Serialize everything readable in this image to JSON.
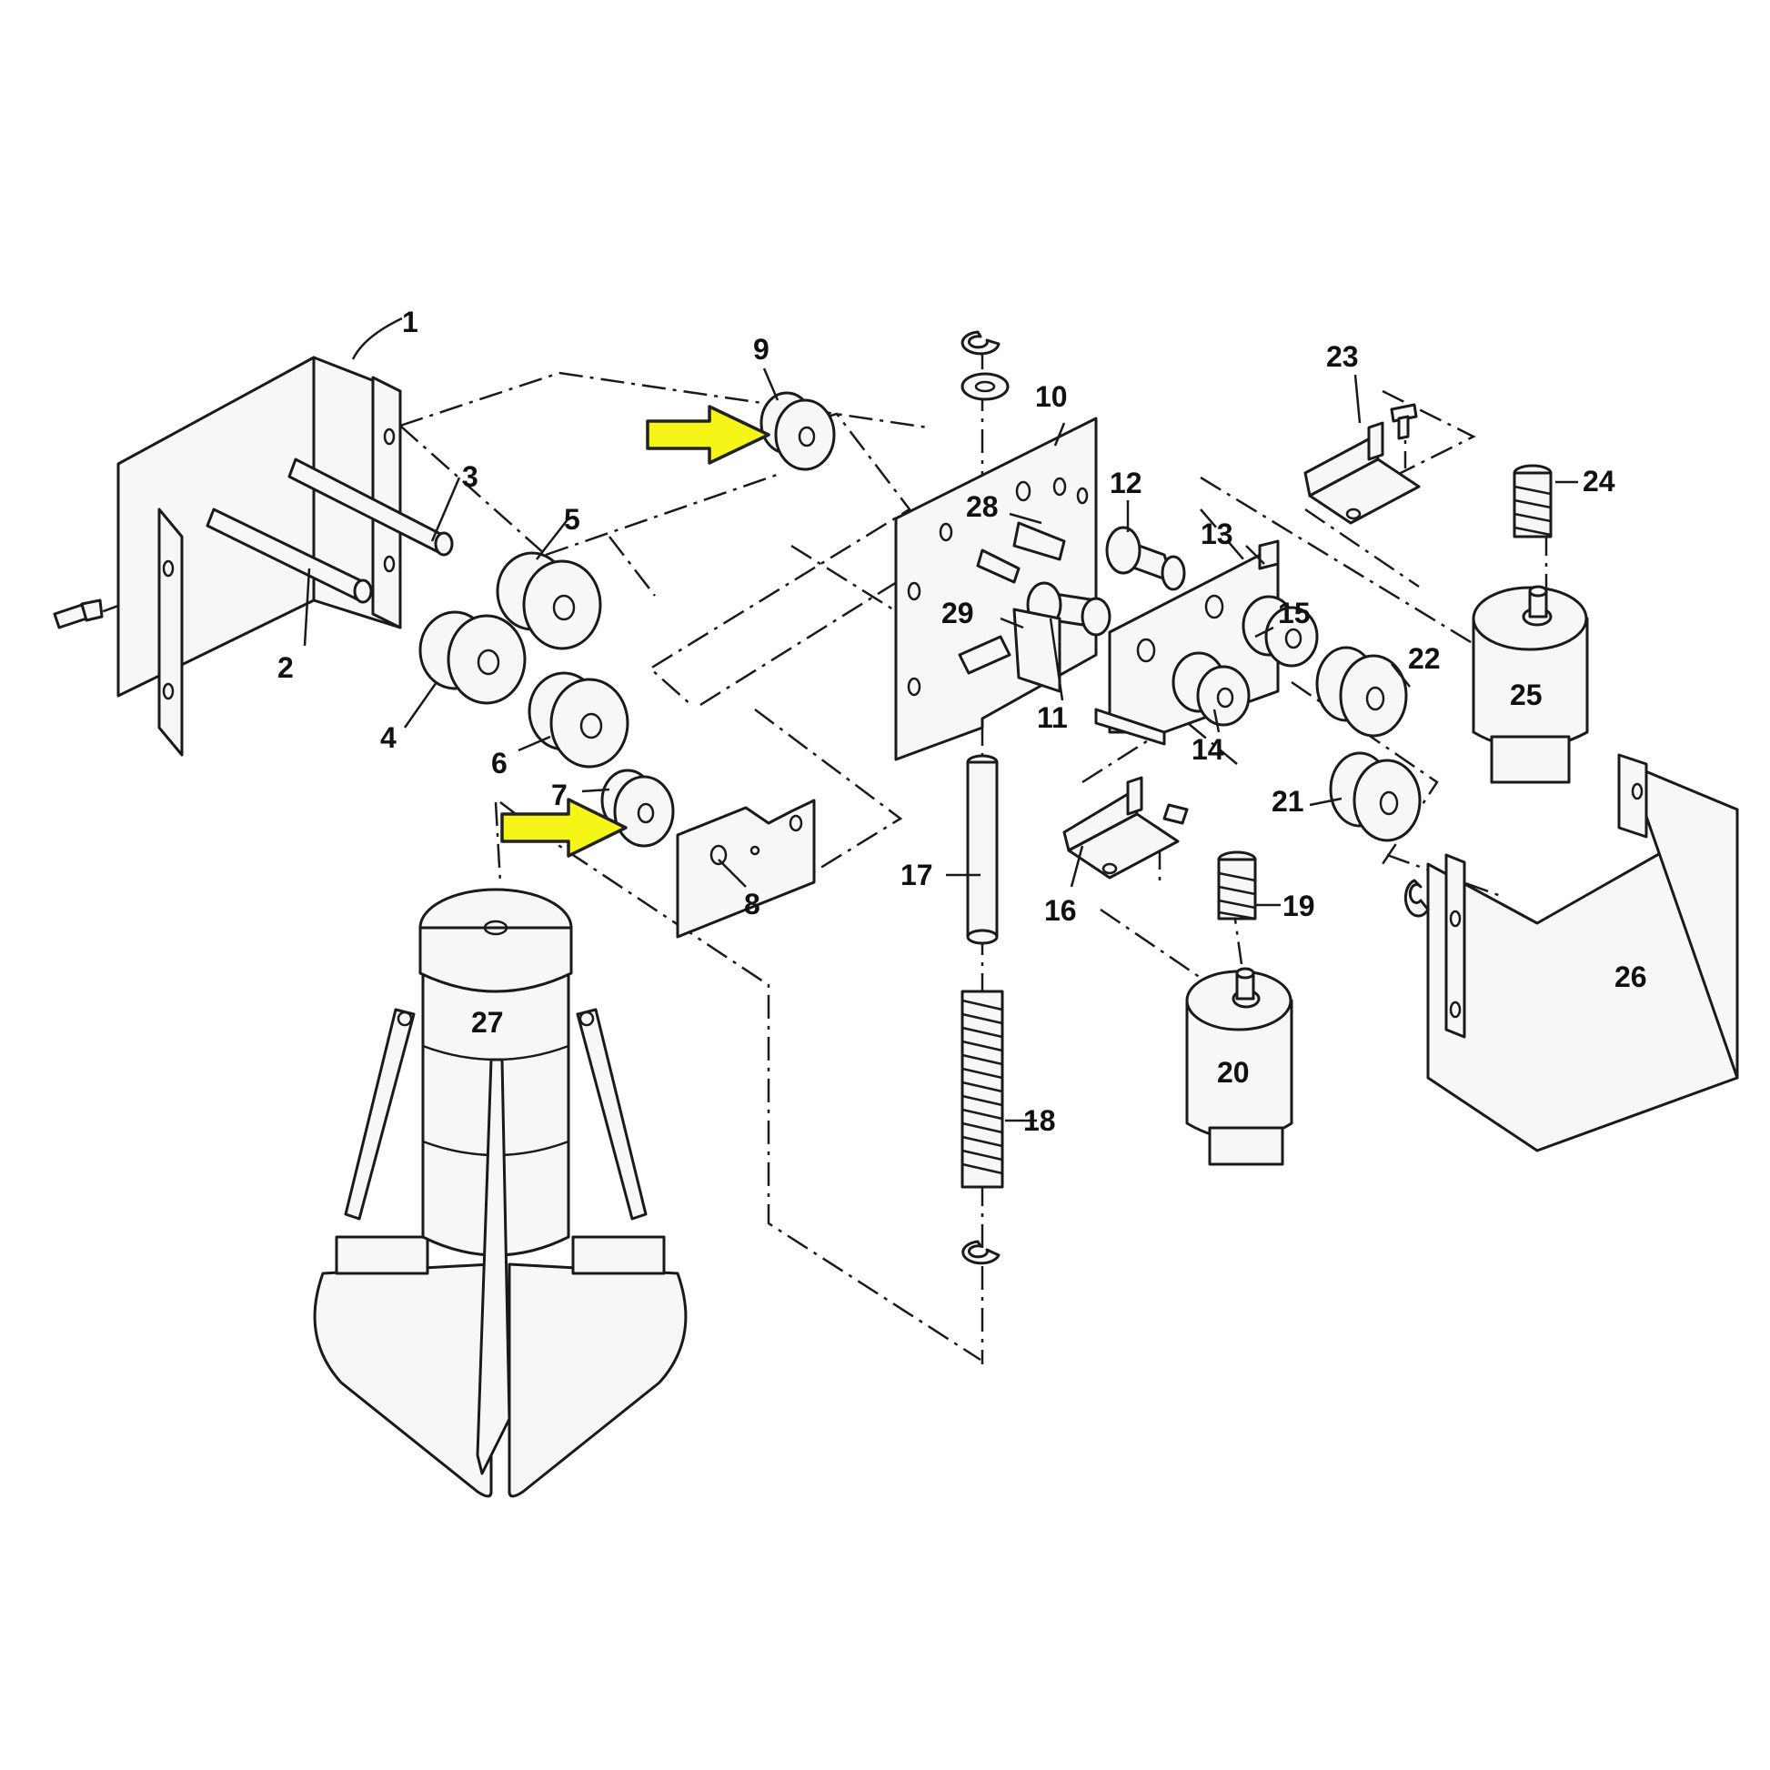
{
  "colors": {
    "line": "#1a1a1a",
    "part_fill": "#f7f7f5",
    "highlight_arrow": "#f5f518",
    "background": "#ffffff"
  },
  "icons": [
    "highlight-arrow-icon"
  ],
  "labels": [
    "1",
    "2",
    "3",
    "4",
    "5",
    "6",
    "7",
    "8",
    "9",
    "10",
    "11",
    "12",
    "13",
    "14",
    "15",
    "16",
    "17",
    "18",
    "19",
    "20",
    "21",
    "22",
    "23",
    "24",
    "25",
    "26",
    "27",
    "28",
    "29"
  ]
}
